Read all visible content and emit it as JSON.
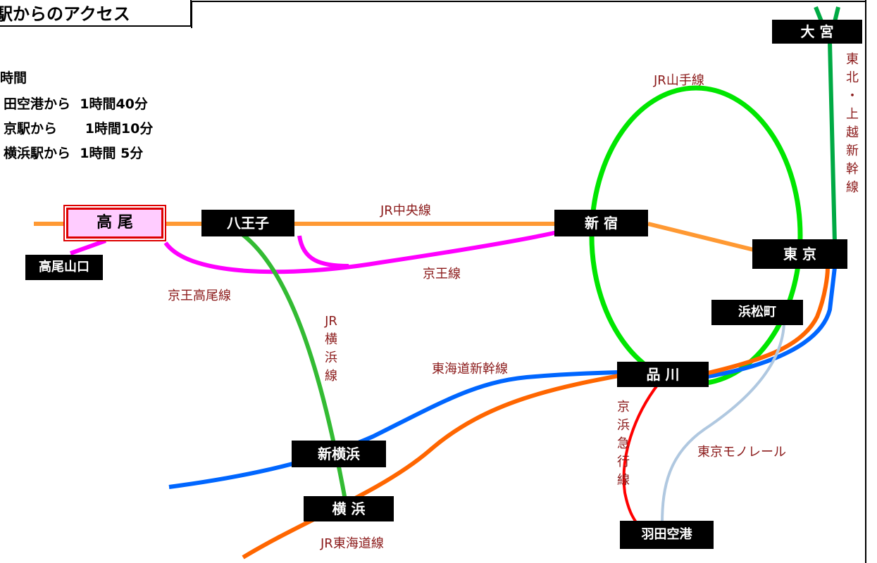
{
  "title": "駅からのアクセス",
  "info": {
    "heading": "時間",
    "rows": [
      "田空港から  1時間40分",
      "京駅から      1時間10分",
      "横浜駅から  1時間 5分"
    ]
  },
  "stations": {
    "takao": "高 尾",
    "takaosanguchi": "高尾山口",
    "hachioji": "八王子",
    "shinjuku": "新 宿",
    "tokyo": "東 京",
    "omiya": "大 宮",
    "hamamatsucho": "浜松町",
    "shinagawa": "品 川",
    "shin_yokohama": "新横浜",
    "yokohama": "横 浜",
    "haneda": "羽田空港"
  },
  "lines": {
    "yamanote": "JR山手線",
    "chuo": "JR中央線",
    "keio": "京王線",
    "keio_takao": "京王高尾線",
    "jr_yokohama": "JR横浜線",
    "tokaido_shinkansen": "東海道新幹線",
    "tohoku_joetsu": "東北・上越新幹線",
    "keikyu": "京浜急行線",
    "monorail": "東京モノレール",
    "jr_tokaido": "JR東海道線"
  },
  "colors": {
    "yamanote": "#00e600",
    "chuo": "#ff9933",
    "keio": "#ff00ff",
    "jr_yokohama": "#33bb33",
    "tokaido_shinkansen": "#0066ff",
    "tohoku_joetsu": "#00aa44",
    "jr_tokaido": "#ff6600",
    "keikyu": "#ff0000",
    "monorail": "#b0c8e0",
    "highlight_station": "#ffccff",
    "label": "#8b1a1a"
  }
}
